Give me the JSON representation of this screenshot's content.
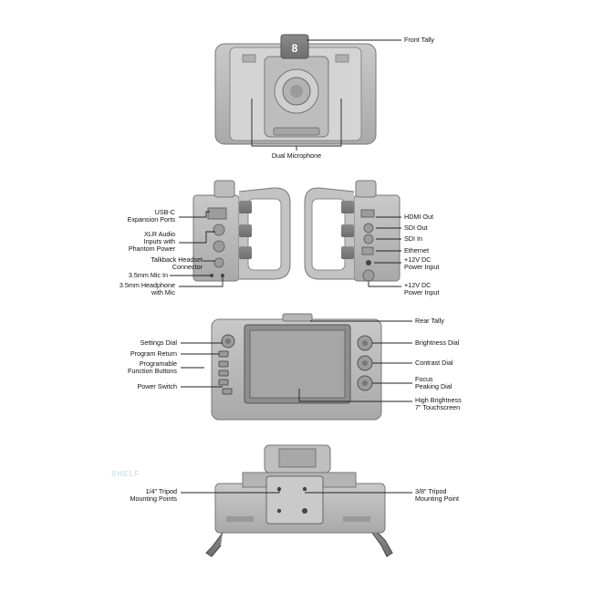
{
  "watermark": "SHELF",
  "tally_number": "8",
  "front_view": {
    "front_tally": "Front Tally",
    "dual_microphone": "Dual Microphone"
  },
  "left_side": {
    "usb_c_line1": "USB-C",
    "usb_c_line2": "Expansion Ports",
    "xlr_line1": "XLR Audio",
    "xlr_line2": "Inputs with",
    "xlr_line3": "Phantom Power",
    "talkback_line1": "Talkback Headset",
    "talkback_line2": "Connector",
    "mic_in": "3.5mm Mic In",
    "headphone_line1": "3.5mm Headphone",
    "headphone_line2": "with Mic"
  },
  "right_side": {
    "hdmi_out": "HDMI Out",
    "sdi_out": "SDI Out",
    "sdi_in": "SDI In",
    "ethernet": "Ethernet",
    "dc_a_line1": "+12V DC",
    "dc_a_line2": "Power Input",
    "dc_b_line1": "+12V DC",
    "dc_b_line2": "Power Input"
  },
  "rear_view": {
    "rear_tally": "Rear Tally",
    "settings_dial": "Settings Dial",
    "program_return": "Program Return",
    "programmable_line1": "Programable",
    "programmable_line2": "Function Buttons",
    "power_switch": "Power Switch",
    "brightness_dial": "Brightness Dial",
    "contrast_dial": "Contrast Dial",
    "focus_line1": "Focus",
    "focus_line2": "Peaking Dial",
    "touch_line1": "High Brightness",
    "touch_line2": "7\" Touchscreen"
  },
  "bottom_view": {
    "tripod_quarter_line1": "1/4\" Tripod",
    "tripod_quarter_line2": "Mounting Points",
    "tripod_38_line1": "3/8\" Tripod",
    "tripod_38_line2": "Mounting Point"
  }
}
